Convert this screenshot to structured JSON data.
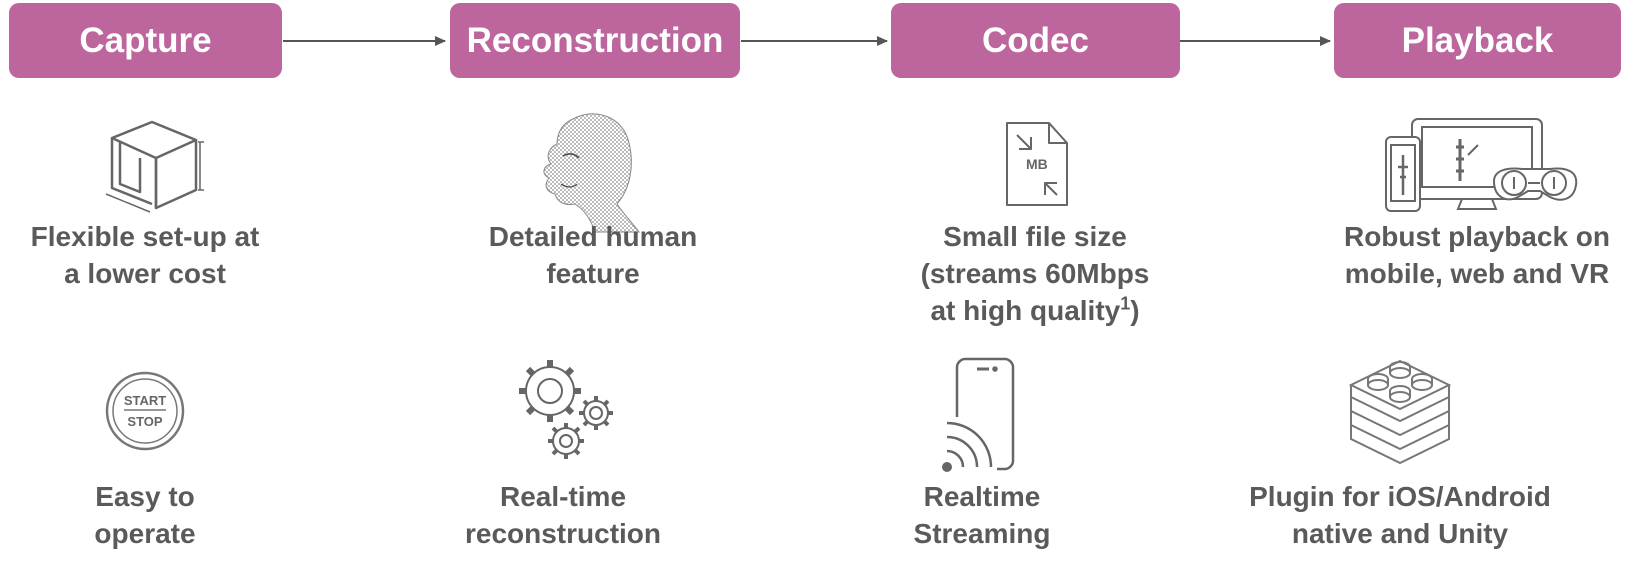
{
  "stages": [
    {
      "label": "Capture"
    },
    {
      "label": "Reconstruction"
    },
    {
      "label": "Codec"
    },
    {
      "label": "Playback"
    }
  ],
  "features_row1": [
    {
      "icon": "room-setup-icon",
      "lines": [
        "Flexible set-up at",
        "a lower cost"
      ]
    },
    {
      "icon": "wireframe-face-icon",
      "lines": [
        "Detailed human",
        "feature"
      ]
    },
    {
      "icon": "mb-compress-file-icon",
      "lines": [
        "Small file size",
        "(streams 60Mbps",
        "at high quality"
      ],
      "footnote_mark": "1",
      "closing": ")"
    },
    {
      "icon": "multi-device-icon",
      "lines": [
        "Robust playback on",
        "mobile, web and VR"
      ]
    }
  ],
  "features_row2": [
    {
      "icon": "start-stop-button-icon",
      "button_top": "START",
      "button_bottom": "STOP",
      "lines": [
        "Easy to",
        "operate"
      ]
    },
    {
      "icon": "gears-icon",
      "lines": [
        "Real-time",
        "reconstruction"
      ]
    },
    {
      "icon": "phone-streaming-icon",
      "lines": [
        "Realtime",
        "Streaming"
      ]
    },
    {
      "icon": "plugin-stack-icon",
      "lines": [
        "Plugin for iOS/Android",
        "native and Unity"
      ]
    }
  ],
  "colors": {
    "stage_fill": "#bd669d",
    "stage_text": "#ffffff",
    "caption_text": "#5a5a5a",
    "arrow": "#555555",
    "icon_stroke": "#666666"
  }
}
